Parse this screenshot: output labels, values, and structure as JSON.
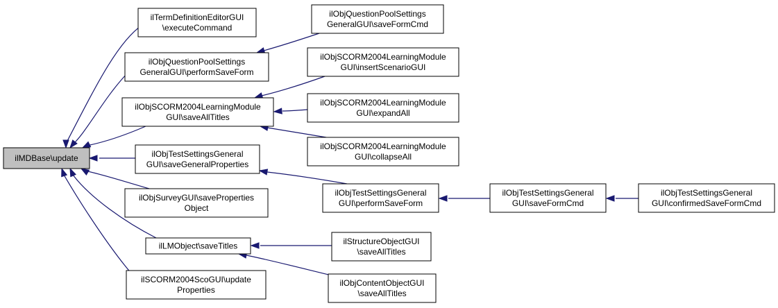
{
  "graph": {
    "nodes": [
      {
        "id": "root",
        "lines": [
          "ilMDBase\\update"
        ],
        "root": true
      },
      {
        "id": "term",
        "lines": [
          "ilTermDefinitionEditorGUI",
          "\\executeCommand"
        ]
      },
      {
        "id": "qpsPerform",
        "lines": [
          "ilObjQuestionPoolSettings",
          "GeneralGUI\\performSaveForm"
        ]
      },
      {
        "id": "qpsSave",
        "lines": [
          "ilObjQuestionPoolSettings",
          "GeneralGUI\\saveFormCmd"
        ]
      },
      {
        "id": "scormSaveAll",
        "lines": [
          "ilObjSCORM2004LearningModule",
          "GUI\\saveAllTitles"
        ]
      },
      {
        "id": "scormInsert",
        "lines": [
          "ilObjSCORM2004LearningModule",
          "GUI\\insertScenarioGUI"
        ]
      },
      {
        "id": "scormExpand",
        "lines": [
          "ilObjSCORM2004LearningModule",
          "GUI\\expandAll"
        ]
      },
      {
        "id": "scormCollapse",
        "lines": [
          "ilObjSCORM2004LearningModule",
          "GUI\\collapseAll"
        ]
      },
      {
        "id": "tsSaveGen",
        "lines": [
          "ilObjTestSettingsGeneral",
          "GUI\\saveGeneralProperties"
        ]
      },
      {
        "id": "tsPerform",
        "lines": [
          "ilObjTestSettingsGeneral",
          "GUI\\performSaveForm"
        ]
      },
      {
        "id": "tsSaveForm",
        "lines": [
          "ilObjTestSettingsGeneral",
          "GUI\\saveFormCmd"
        ]
      },
      {
        "id": "tsConfirm",
        "lines": [
          "ilObjTestSettingsGeneral",
          "GUI\\confirmedSaveFormCmd"
        ]
      },
      {
        "id": "survey",
        "lines": [
          "ilObjSurveyGUI\\saveProperties",
          "Object"
        ]
      },
      {
        "id": "lmSave",
        "lines": [
          "ilLMObject\\saveTitles"
        ]
      },
      {
        "id": "structSave",
        "lines": [
          "ilStructureObjectGUI",
          "\\saveAllTitles"
        ]
      },
      {
        "id": "contentSave",
        "lines": [
          "ilObjContentObjectGUI",
          "\\saveAllTitles"
        ]
      },
      {
        "id": "scoUpdate",
        "lines": [
          "ilSCORM2004ScoGUI\\update",
          "Properties"
        ]
      }
    ],
    "edges": [
      {
        "from": "term",
        "to": "root"
      },
      {
        "from": "qpsPerform",
        "to": "root"
      },
      {
        "from": "scormSaveAll",
        "to": "root"
      },
      {
        "from": "tsSaveGen",
        "to": "root"
      },
      {
        "from": "survey",
        "to": "root"
      },
      {
        "from": "lmSave",
        "to": "root"
      },
      {
        "from": "scoUpdate",
        "to": "root"
      },
      {
        "from": "qpsSave",
        "to": "qpsPerform"
      },
      {
        "from": "scormInsert",
        "to": "scormSaveAll"
      },
      {
        "from": "scormExpand",
        "to": "scormSaveAll"
      },
      {
        "from": "scormCollapse",
        "to": "scormSaveAll"
      },
      {
        "from": "tsPerform",
        "to": "tsSaveGen"
      },
      {
        "from": "tsSaveForm",
        "to": "tsPerform"
      },
      {
        "from": "tsConfirm",
        "to": "tsSaveForm"
      },
      {
        "from": "structSave",
        "to": "lmSave"
      },
      {
        "from": "contentSave",
        "to": "lmSave"
      }
    ]
  }
}
